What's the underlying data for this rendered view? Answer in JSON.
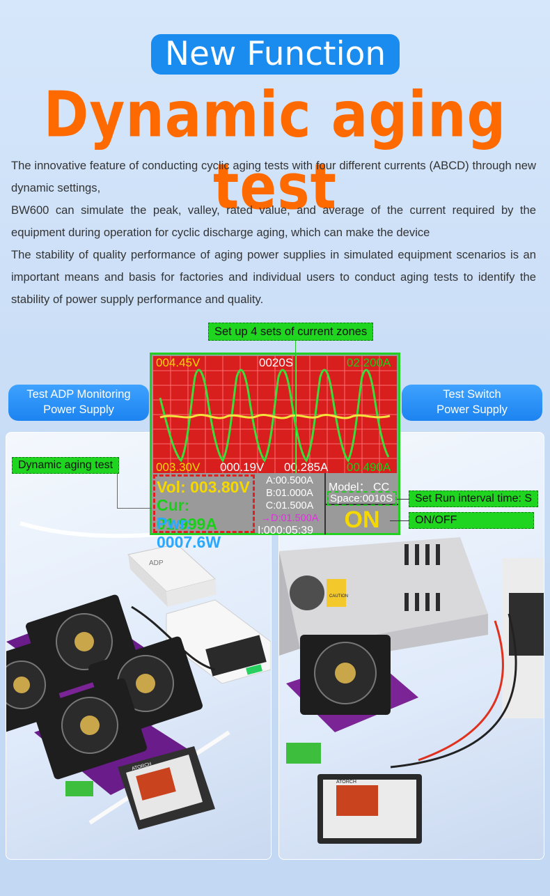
{
  "header": {
    "badge": "New Function",
    "title": "Dynamic aging test"
  },
  "description": [
    "The innovative feature of conducting cyclic aging tests with four different currents (ABCD) through new dynamic settings,",
    "BW600 can simulate the peak, valley, rated value, and average of the current required by the equipment during operation for cyclic discharge aging, which can make the device",
    "The stability of quality performance of aging power supplies in simulated equipment scenarios is an important means and basis for factories and individual users to conduct aging tests to identify the stability of power supply performance and quality."
  ],
  "callouts": {
    "zones": "Set up 4 sets of current zones",
    "dynamic": "Dynamic aging test",
    "interval": "Set Run interval time: S",
    "onoff": "ON/OFF"
  },
  "side": {
    "left": [
      "Test ADP Monitoring",
      "Power Supply"
    ],
    "right": [
      "Test Switch",
      "Power Supply"
    ]
  },
  "screen": {
    "top_left": "004.45V",
    "top_mid": "0020S",
    "top_right": "02.200A",
    "bot_1": "003.30V",
    "bot_2": "000.19V",
    "bot_3": "00.285A",
    "bot_4": "00.490A",
    "vol_label": "Vol:",
    "vol_value": "003.80V",
    "cur_label": "Cur:",
    "cur_value": "01.999A",
    "pwr_label": "Pwr:",
    "pwr_value": "0007.6W",
    "a": "A:00.500A",
    "b": "B:01.000A",
    "c": "C:01.500A",
    "d": "→D:01.500A",
    "timer": "I:000:05:39",
    "model": "Model： CC",
    "space": "Space:0010S",
    "state": "ON"
  },
  "photos": {
    "adapter_label": "ADP",
    "brand": "ATORCH",
    "caution": "CAUTION"
  },
  "colors": {
    "accent_blue": "#1a8cf0",
    "title_orange": "#ff6a00",
    "callout_green": "#1fd51f",
    "scope_red": "#d91e1e"
  }
}
